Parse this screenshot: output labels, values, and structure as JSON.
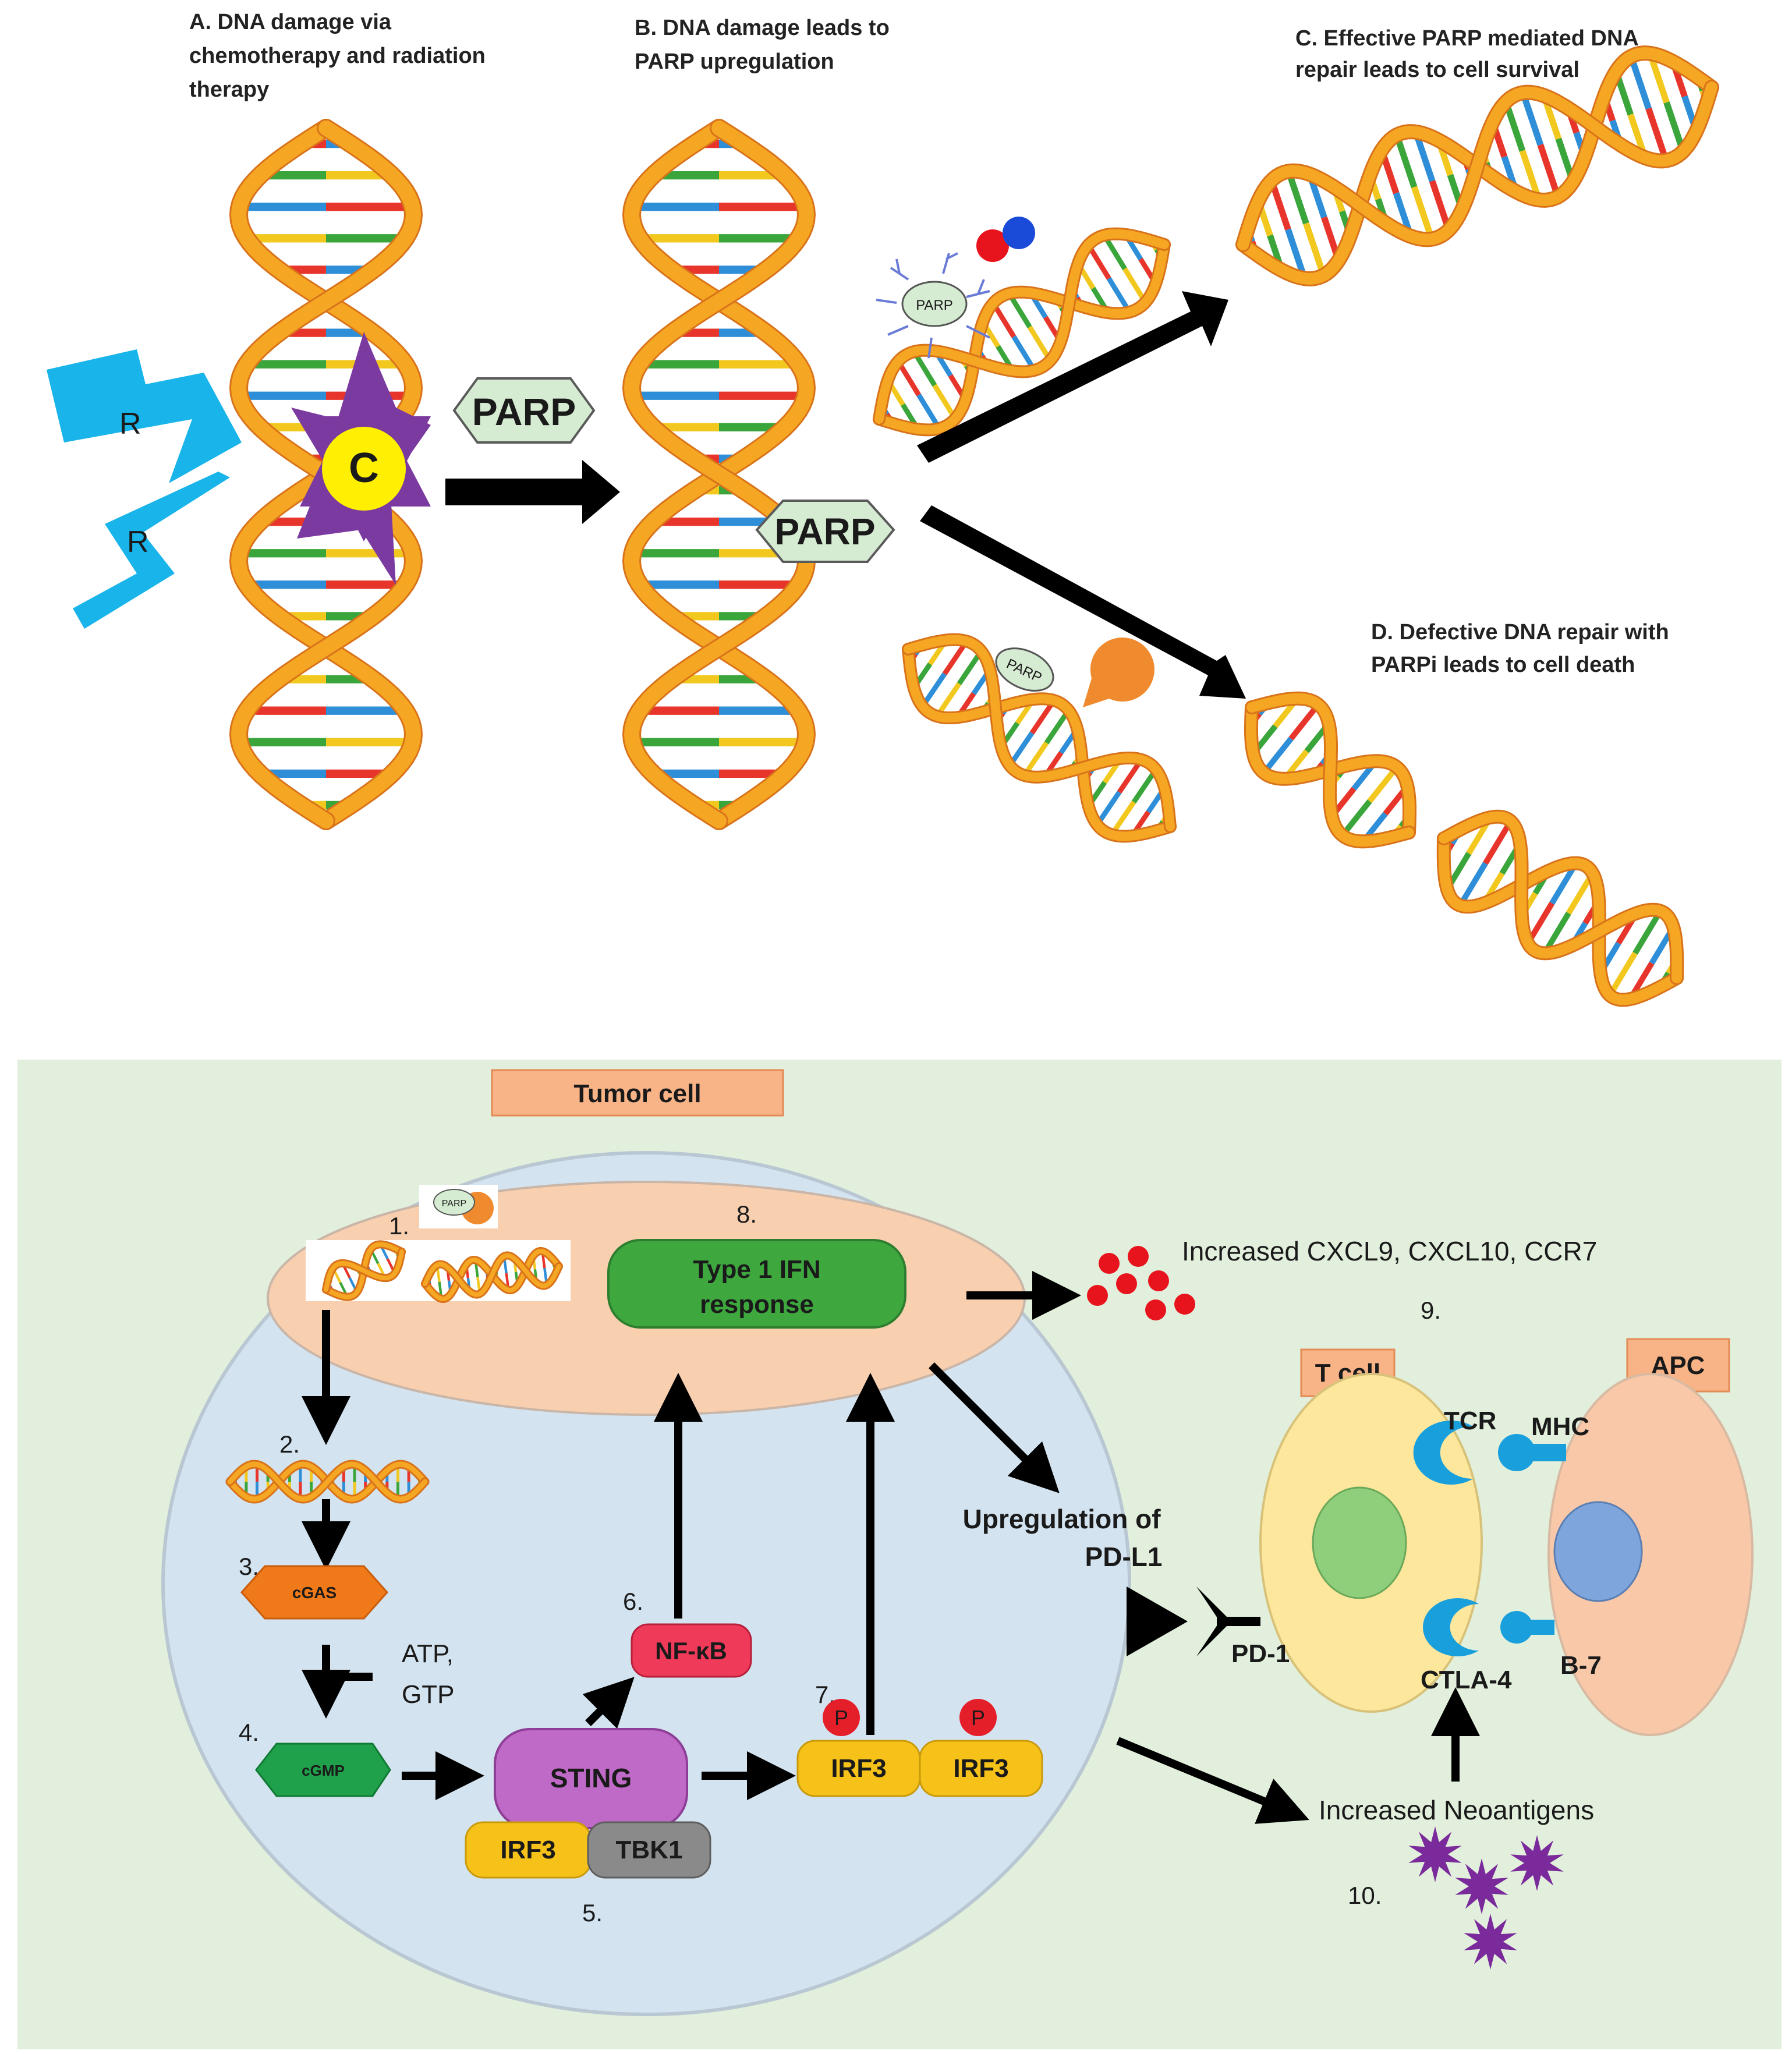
{
  "top_panel": {
    "caption_a": [
      "A. DNA damage via",
      "chemotherapy and radiation",
      "therapy"
    ],
    "caption_b": [
      "B. DNA damage leads to",
      "PARP upregulation"
    ],
    "caption_c": [
      "C.  Effective PARP mediated DNA",
      "repair leads to cell survival"
    ],
    "caption_d": [
      "D. Defective DNA repair with",
      "PARPi leads to cell death"
    ],
    "radiation_label": "R",
    "chemo_label": "C",
    "parp_label": "PARP",
    "parp_small_label": "PARP"
  },
  "bottom_panel": {
    "tumor_cell_label": "Tumor cell",
    "t_cell_label": "T cell",
    "apc_label": "APC",
    "step_labels": [
      "1.",
      "2.",
      "3.",
      "4.",
      "5.",
      "6.",
      "7.",
      "8.",
      "9.",
      "10."
    ],
    "ifn_label": [
      "Type 1 IFN",
      "response"
    ],
    "cxcl_label": "Increased CXCL9, CXCL10, CCR7",
    "cgas_label": "cGAS",
    "cgmp_label": "cGMP",
    "atp_gtp_label": [
      "ATP,",
      "GTP"
    ],
    "sting_label": "STING",
    "irf3_label": "IRF3",
    "tbk1_label": "TBK1",
    "nfkb_label": "NF-κB",
    "phospho_label": "P",
    "pdl1_label": [
      "Upregulation of",
      "PD-L1"
    ],
    "pd1_label": "PD-1",
    "tcr_label": "TCR",
    "mhc_label": "MHC",
    "ctla4_label": "CTLA-4",
    "b7_label": "B-7",
    "neoantigen_label": "Increased Neoantigens"
  },
  "colors": {
    "backbone": "#f5a623",
    "backbone_edge": "#d9731a",
    "base_red": "#e8352b",
    "base_green": "#3aa53a",
    "base_blue": "#2e8fd8",
    "base_yellow": "#f2c81f",
    "radiation": "#18b4ea",
    "chemo_star": "#7b3aa0",
    "chemo_circle": "#ffef00",
    "parp_fill": "#d6ecd2",
    "panel_bg": "#e1efdc",
    "tumor_cell": "#d3e3ef",
    "nucleus": "#f8cfaf",
    "ifn_green": "#3ea83f",
    "cgas_orange": "#f07a19",
    "cgmp_green": "#1fa04a",
    "sting_purple": "#c06ac7",
    "irf3_yellow": "#f6c21a",
    "tbk1_gray": "#8a8a8a",
    "nfkb_pink": "#ef3a5a",
    "phospho_red": "#e51f2a",
    "label_box": "#f8b487",
    "t_cell": "#fde79c",
    "t_cell_nucleus": "#8fcf7c",
    "apc": "#f9c8a8",
    "apc_nucleus": "#7fa6dc",
    "receptor_blue": "#19a0dc",
    "neoantigen": "#7a2a9a",
    "cytokine_red": "#e8141d"
  }
}
